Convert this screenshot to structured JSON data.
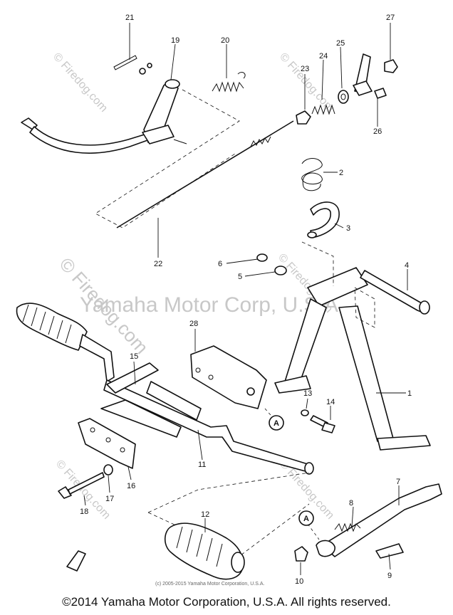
{
  "watermarks": {
    "corp": "Yamaha Motor Corp, U.S.A.",
    "site": "© Firedog.com"
  },
  "callouts": [
    "1",
    "2",
    "3",
    "4",
    "5",
    "6",
    "7",
    "8",
    "9",
    "10",
    "11",
    "12",
    "13",
    "14",
    "15",
    "16",
    "17",
    "18",
    "19",
    "20",
    "21",
    "22",
    "23",
    "24",
    "25",
    "26",
    "27",
    "28"
  ],
  "ref_marker": "A",
  "diagram_credit": "(c) 2005-2015 Yamaha Motor Corporation, U.S.A.",
  "footer": "©2014 Yamaha Motor Corporation, U.S.A. All rights reserved."
}
